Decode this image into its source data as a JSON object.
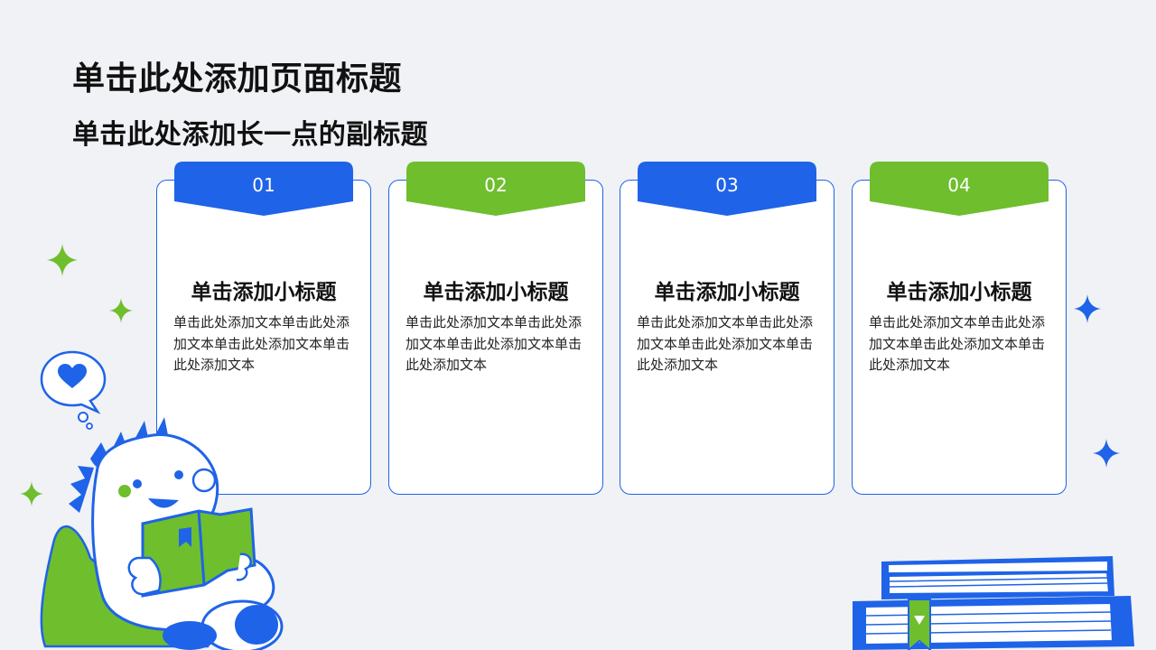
{
  "slide": {
    "title": "单击此处添加页面标题",
    "subtitle": "单击此处添加长一点的副标题"
  },
  "cards": [
    {
      "number": "01",
      "heading": "单击添加小标题",
      "body": "单击此处添加文本单击此处添加文本单击此处添加文本单击此处添加文本",
      "tab_color": "#1f63e8"
    },
    {
      "number": "02",
      "heading": "单击添加小标题",
      "body": "单击此处添加文本单击此处添加文本单击此处添加文本单击此处添加文本",
      "tab_color": "#6fbe2d"
    },
    {
      "number": "03",
      "heading": "单击添加小标题",
      "body": "单击此处添加文本单击此处添加文本单击此处添加文本单击此处添加文本",
      "tab_color": "#1f63e8"
    },
    {
      "number": "04",
      "heading": "单击添加小标题",
      "body": "单击此处添加文本单击此处添加文本单击此处添加文本单击此处添加文本",
      "tab_color": "#6fbe2d"
    }
  ],
  "colors": {
    "background": "#f0f2f5",
    "blue": "#1f63e8",
    "green": "#6fbe2d"
  },
  "decorations": [
    "sparkle-icon",
    "heart-bubble-icon",
    "dinosaur-reading-illustration",
    "book-stack-illustration"
  ]
}
